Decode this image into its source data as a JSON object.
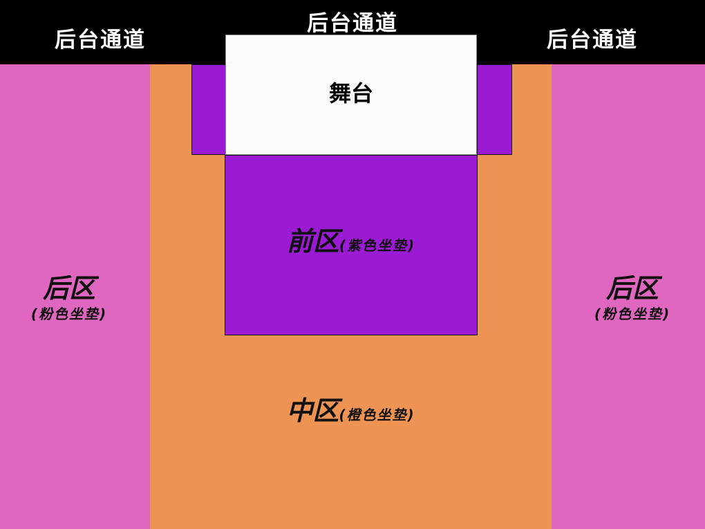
{
  "backstage": {
    "left": "后台通道",
    "center": "后台通道",
    "right": "后台通道"
  },
  "stage": {
    "label": "舞台"
  },
  "front": {
    "name": "前区",
    "note": "(紫色坐垫)"
  },
  "middle": {
    "name": "中区",
    "note": "(橙色坐垫)"
  },
  "rear_left": {
    "name": "后区",
    "note": "(粉色坐垫)"
  },
  "rear_right": {
    "name": "后区",
    "note": "(粉色坐垫)"
  },
  "colors": {
    "pink": "#e067c0",
    "orange": "#ed9455",
    "purple": "#9a1bd3",
    "backstage": "#000000",
    "stage": "#fdfafb"
  }
}
